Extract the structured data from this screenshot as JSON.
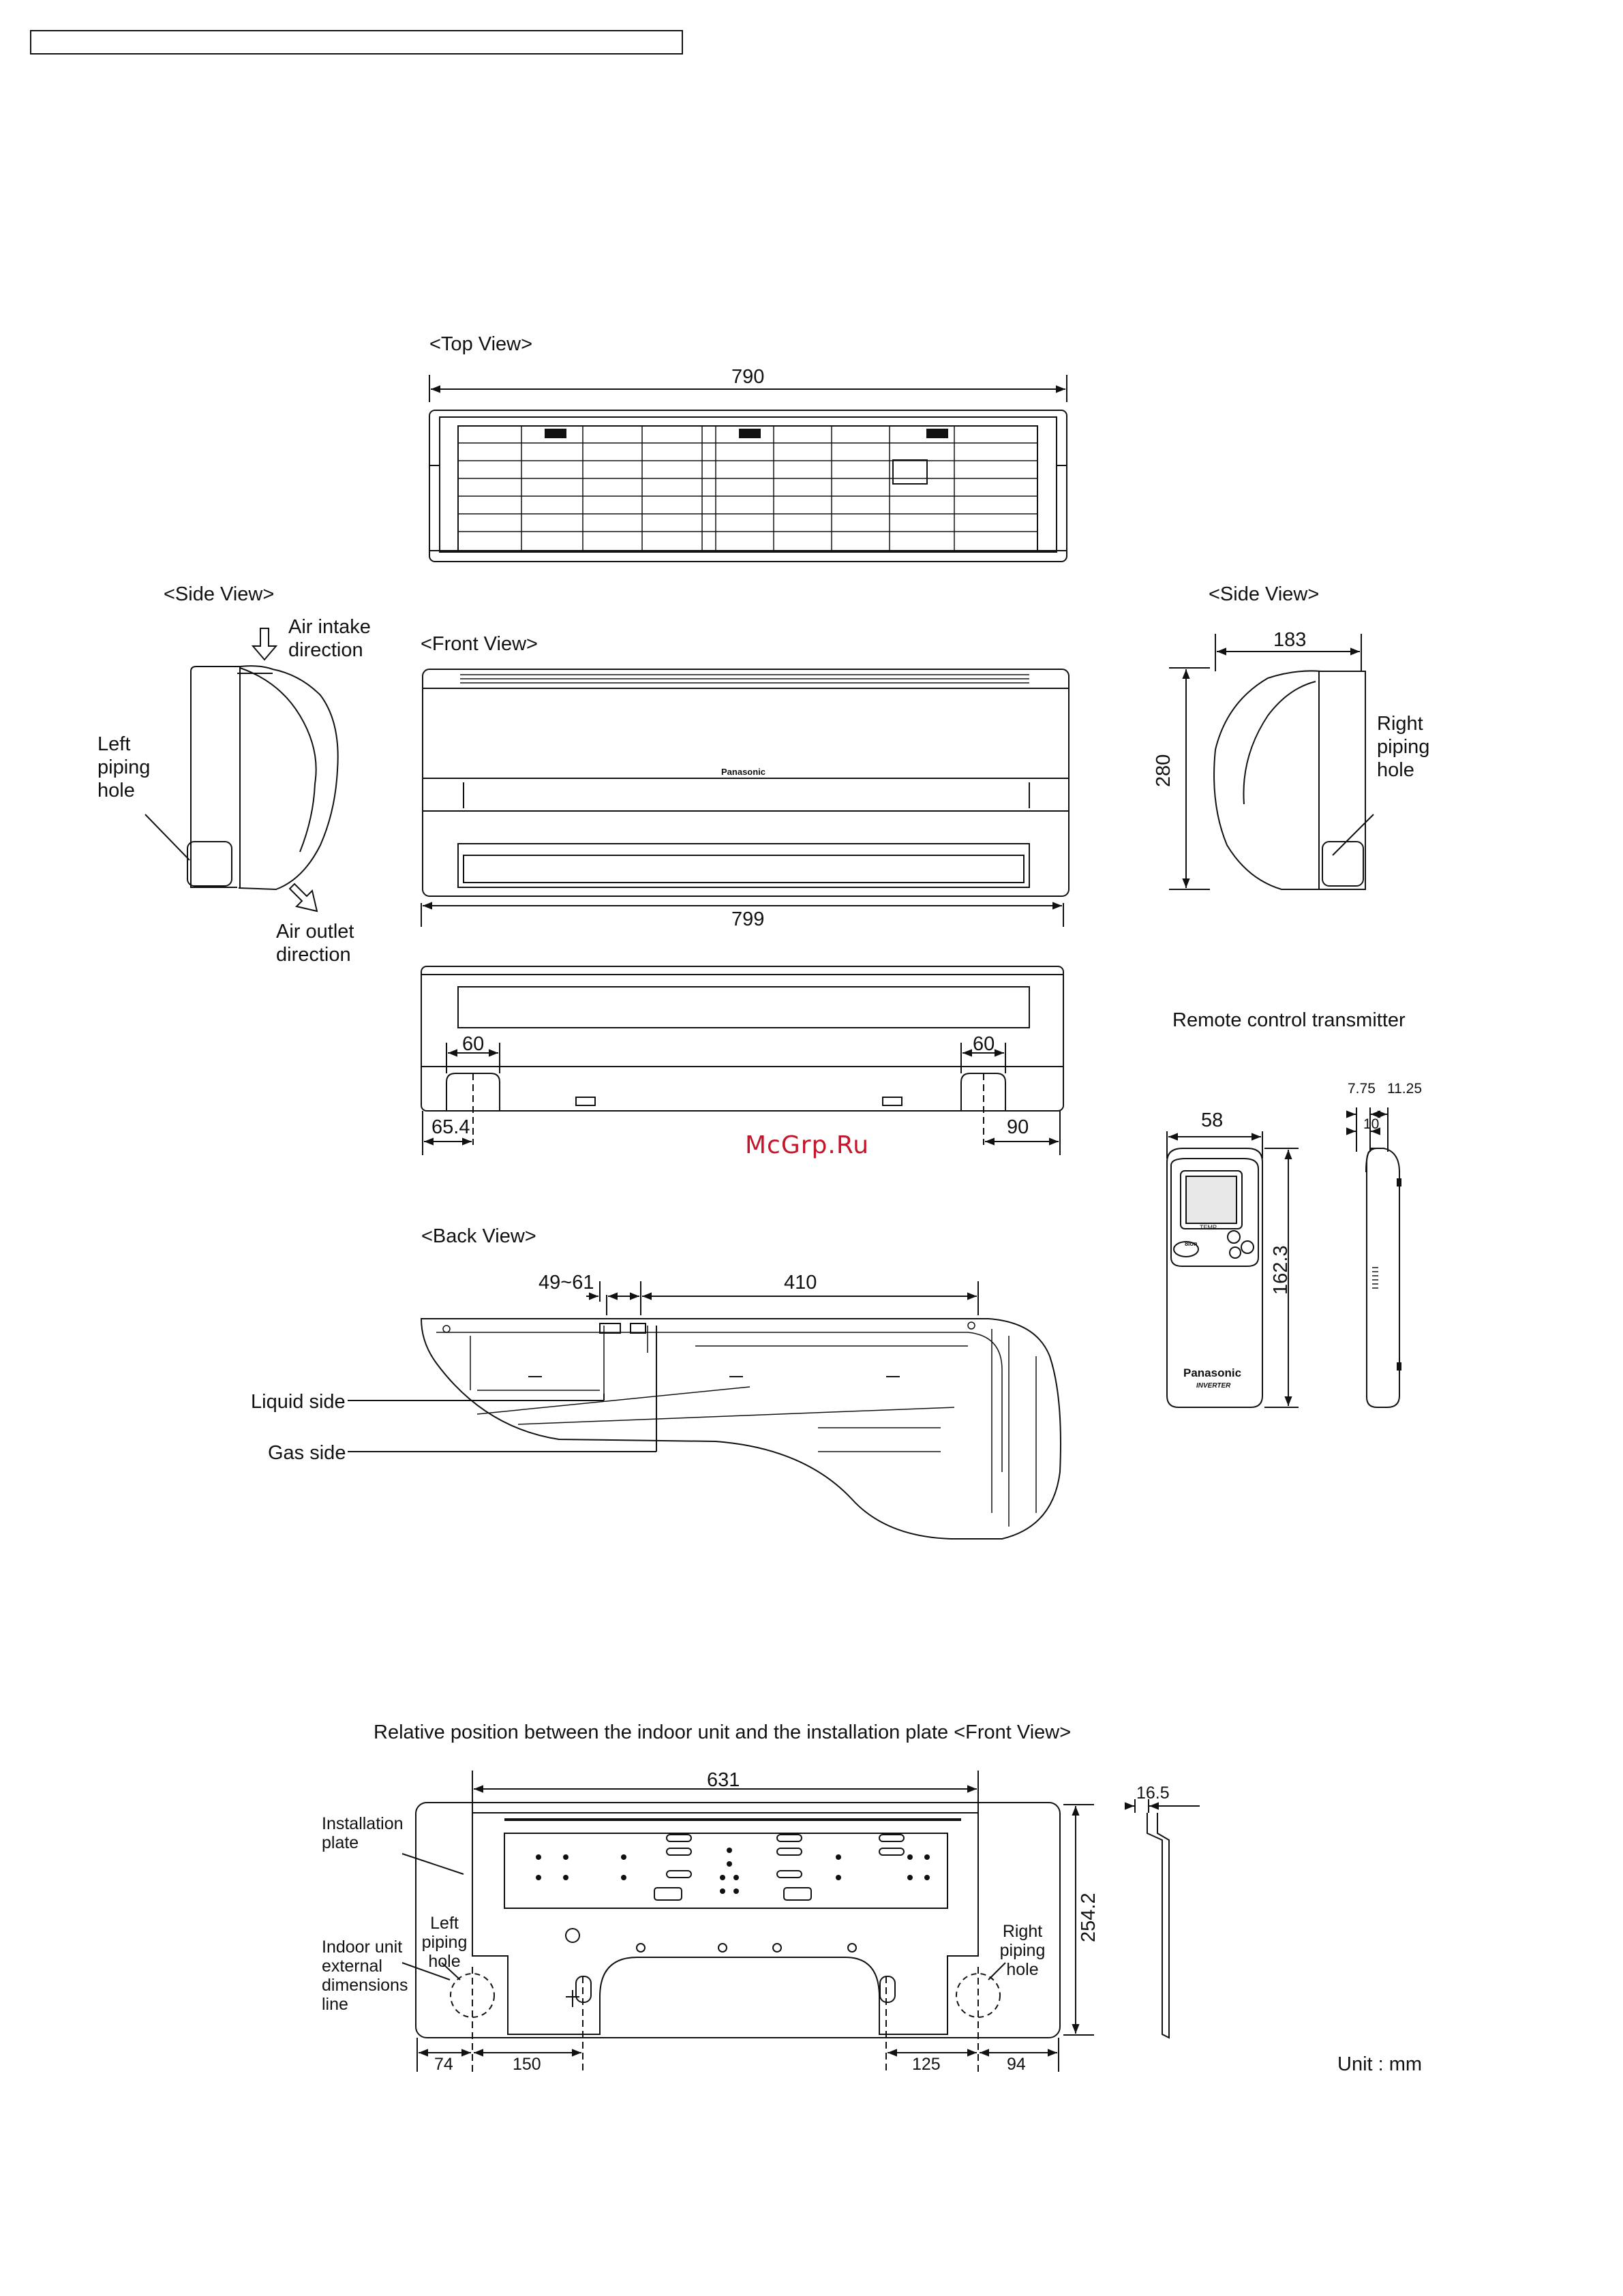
{
  "views": {
    "top": "<Top View>",
    "side_left": "<Side View>",
    "side_right": "<Side View>",
    "front": "<Front View>",
    "back": "<Back View>"
  },
  "labels": {
    "air_intake": "Air intake direction",
    "air_outlet": "Air outlet direction",
    "left_piping": "Left piping hole",
    "right_piping": "Right piping hole",
    "liquid_side": "Liquid side",
    "gas_side": "Gas side",
    "remote_title": "Remote control transmitter",
    "relative_title": "Relative position between the indoor unit and the installation plate <Front View>",
    "installation_plate": "Installation plate",
    "plate_left_piping": "Left piping hole",
    "plate_right_piping": "Right piping hole",
    "external_dims": "Indoor unit external dimensions line",
    "unit": "Unit : mm",
    "brand": "Panasonic",
    "brand_sub": "INVERTER",
    "remote_temp": "TEMP",
    "remote_btn": "8ion"
  },
  "dimensions": {
    "top_width": "790",
    "front_width": "799",
    "side_depth": "183",
    "side_height": "280",
    "bottom_left_60": "60",
    "bottom_right_60": "60",
    "bottom_left_offset": "65.4",
    "bottom_right_offset": "90",
    "back_range": "49~61",
    "back_410": "410",
    "remote_width": "58",
    "remote_height": "162.3",
    "remote_775": "7.75",
    "remote_1125": "11.25",
    "remote_10": "10",
    "plate_631": "631",
    "plate_2542": "254.2",
    "plate_165": "16.5",
    "plate_74": "74",
    "plate_150": "150",
    "plate_125": "125",
    "plate_94": "94"
  },
  "watermark": "McGrp.Ru"
}
